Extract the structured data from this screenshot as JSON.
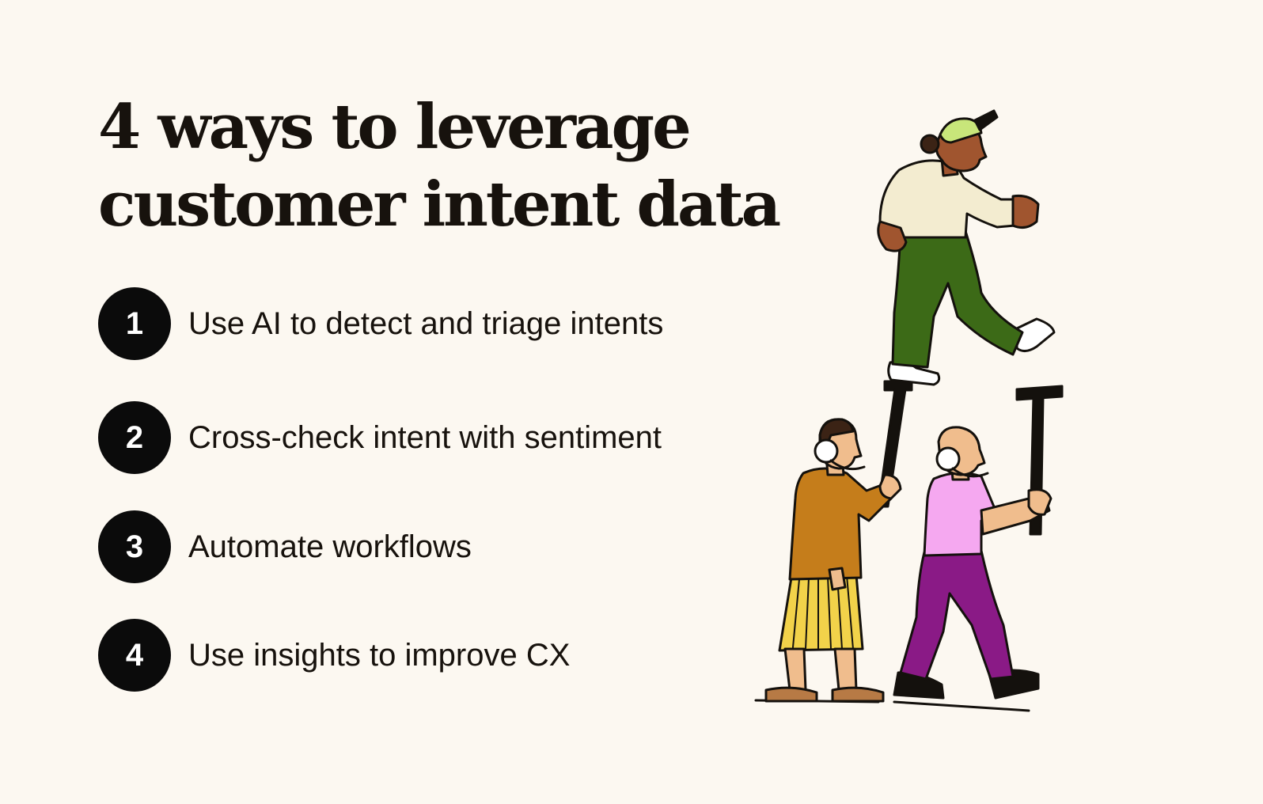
{
  "title": {
    "line1": "4 ways to leverage",
    "line2": "customer intent data"
  },
  "items": [
    {
      "number": "1",
      "label": "Use AI to detect and triage intents"
    },
    {
      "number": "2",
      "label": "Cross-check intent with sentiment"
    },
    {
      "number": "3",
      "label": "Automate workflows"
    },
    {
      "number": "4",
      "label": "Use insights to improve CX"
    }
  ],
  "colors": {
    "background": "#fcf8f1",
    "text": "#17120d",
    "badge": "#0b0b0b",
    "badge_text": "#ffffff",
    "cap": "#c8e67a",
    "shirt_cream": "#f3ecd0",
    "pants_green": "#3c6a17",
    "sweater_brown": "#c57d1b",
    "skirt_yellow": "#f2d24a",
    "shirt_pink": "#f5a8f0",
    "pants_purple": "#8a1a86",
    "skin_dark": "#a0552f",
    "skin_light": "#f0bd8d"
  },
  "illustration": {
    "icon": "team-stilts-illustration"
  }
}
